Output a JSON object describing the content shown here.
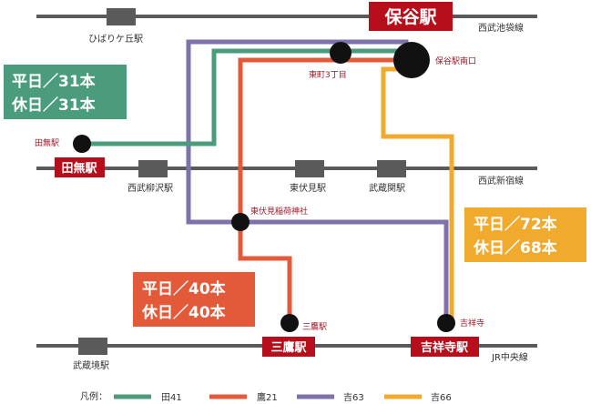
{
  "railways": {
    "seibu_ikebukuro": "西武池袋線",
    "seibu_shinjuku": "西武新宿線",
    "jr_chuo": "JR中央線"
  },
  "stations": {
    "hibarigaoka": "ひばりケ丘駅",
    "hoya_main": "保谷駅",
    "nishibu_yagisawa": "西武柳沢駅",
    "higashi_fushimi": "東伏見駅",
    "musashiseki": "武蔵関駅",
    "tanashi_main": "田無駅",
    "musashisakai": "武蔵境駅",
    "mitaka_main": "三鷹駅",
    "kichijoji_main": "吉祥寺駅"
  },
  "stops": {
    "tanashi": "田無駅",
    "higashimachi": "東町3丁目",
    "hoya_minamiguchi": "保谷駅南口",
    "fushimi_inari": "東伏見稲荷神社",
    "mitaka": "三鷹駅",
    "kichijoji": "吉祥寺"
  },
  "frequency": {
    "tan41": {
      "weekday": "平日／31本",
      "holiday": "休日／31本"
    },
    "takaka21": {
      "weekday": "平日／40本",
      "holiday": "休日／40本"
    },
    "kichi66": {
      "weekday": "平日／72本",
      "holiday": "休日／68本"
    }
  },
  "legend": {
    "title": "凡例：",
    "routes": [
      {
        "label": "田41",
        "color": "#4a9c7c"
      },
      {
        "label": "鷹21",
        "color": "#e35a3a"
      },
      {
        "label": "吉63",
        "color": "#7e72aa"
      },
      {
        "label": "吉66",
        "color": "#f0aa2e"
      }
    ]
  },
  "colors": {
    "tan41": "#4a9c7c",
    "takaka21": "#e35a3a",
    "kichi63": "#7e72aa",
    "kichi66": "#f0aa2e",
    "station_box": "#b70e1c",
    "rail": "#5a5a5a",
    "stop_label": "#a01626"
  }
}
